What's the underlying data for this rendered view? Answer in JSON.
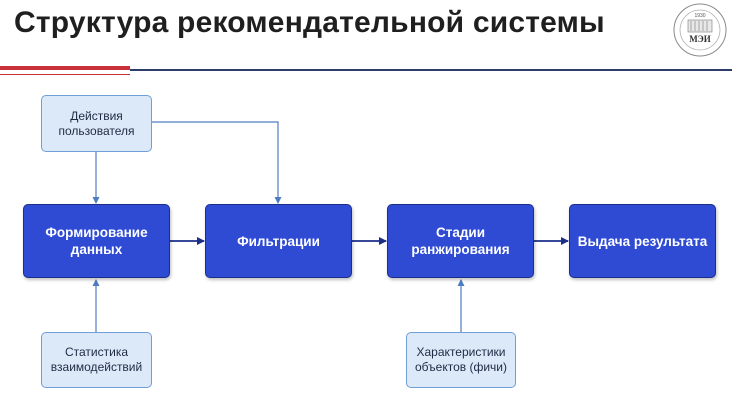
{
  "slide": {
    "title": "Структура рекомендательной системы"
  },
  "logo": {
    "text": "МЭИ",
    "year": "1930"
  },
  "diagram": {
    "inputs": {
      "user_actions": "Действия пользователя",
      "interaction_stats": "Статистика взаимодействий",
      "object_features": "Характеристики объектов (фичи)"
    },
    "stages": {
      "data_formation": "Формирование данных",
      "filtering": "Фильтрации",
      "ranking": "Стадии ранжирования",
      "output": "Выдача результата"
    }
  },
  "colors": {
    "stage_fill": "#2f4bd4",
    "input_fill": "#dce9f8",
    "accent_red": "#c8313a",
    "accent_blue": "#2e3c6b"
  }
}
